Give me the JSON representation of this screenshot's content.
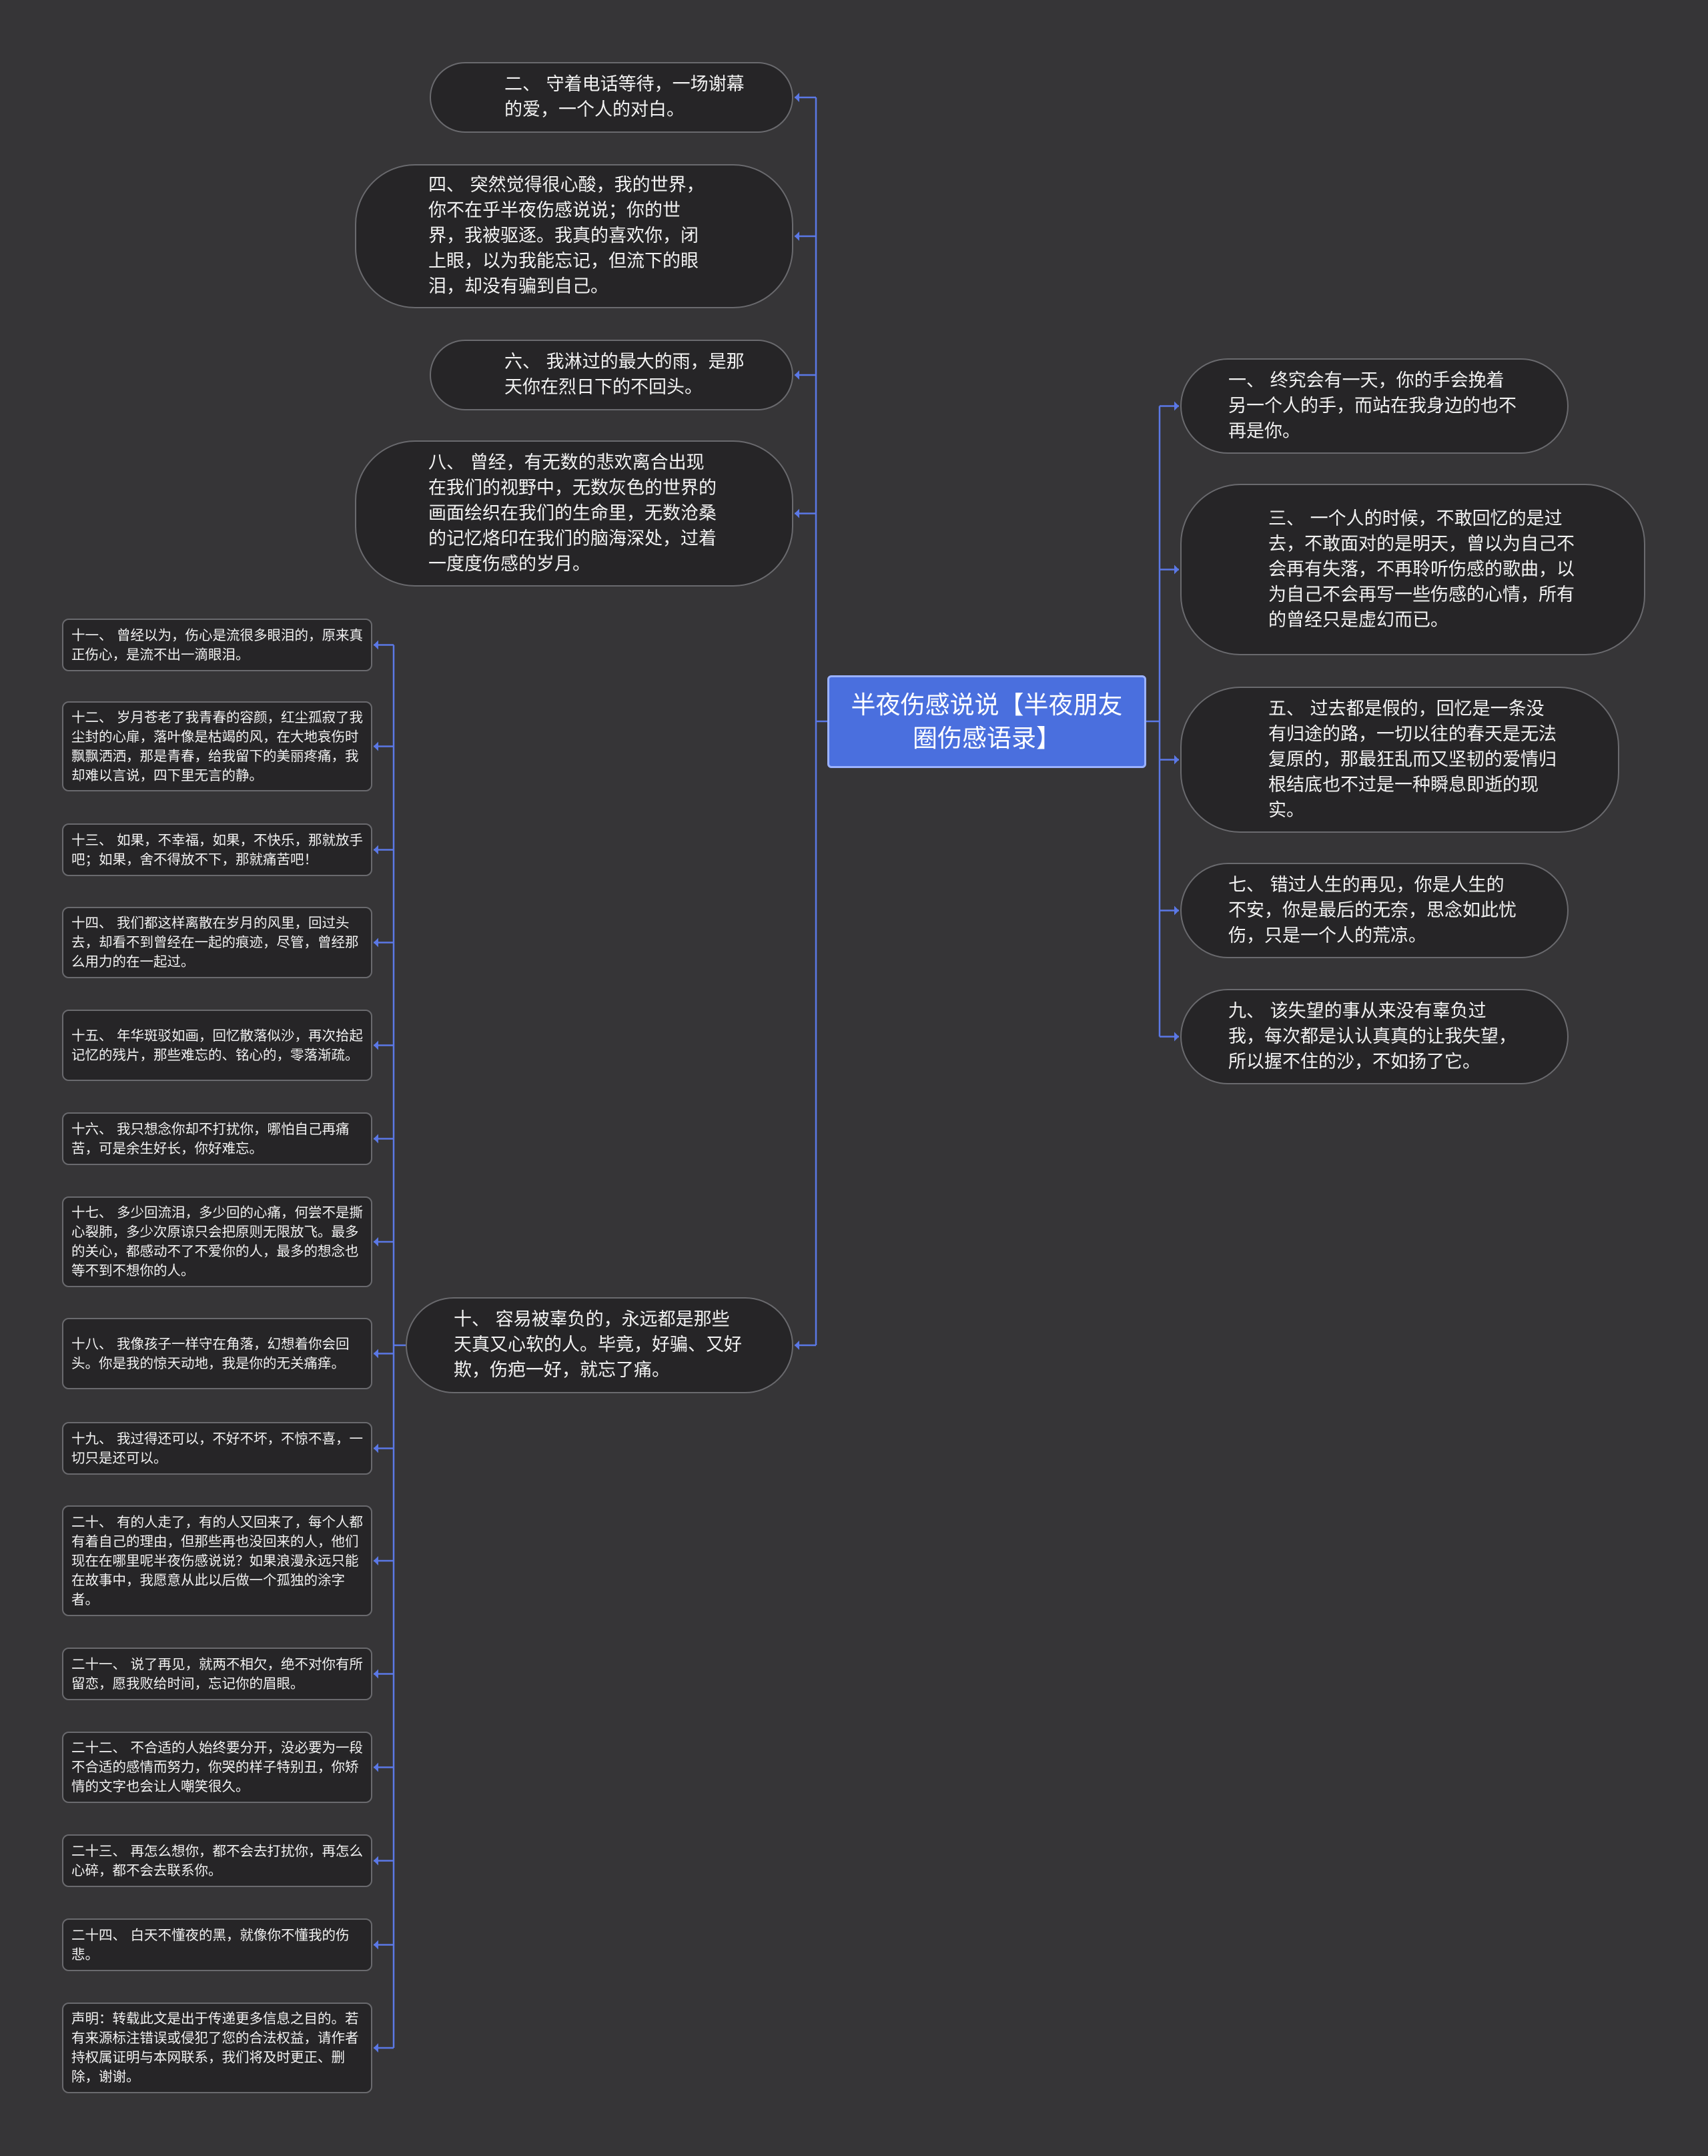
{
  "root": {
    "title": "半夜伤感说说【半夜朋友圈伤感语录】"
  },
  "colors": {
    "background": "#363537",
    "node_fill": "#262527",
    "root_fill": "#4a6fde",
    "edge": "#5b78e6"
  },
  "left_pills": [
    "二、 守着电话等待，一场谢幕的爱，一个人的对白。",
    "四、 突然觉得很心酸，我的世界，你不在乎半夜伤感说说；你的世界，我被驱逐。我真的喜欢你，闭上眼，以为我能忘记，但流下的眼泪，却没有骗到自己。",
    "六、 我淋过的最大的雨，是那天你在烈日下的不回头。",
    "八、 曾经，有无数的悲欢离合出现在我们的视野中，无数灰色的世界的画面绘织在我们的生命里，无数沧桑的记忆烙印在我们的脑海深处，过着一度度伤感的岁月。",
    "十、 容易被辜负的，永远都是那些天真又心软的人。毕竟，好骗、又好欺，伤疤一好，就忘了痛。"
  ],
  "right_pills": [
    "一、 终究会有一天，你的手会挽着另一个人的手，而站在我身边的也不再是你。",
    "三、 一个人的时候，不敢回忆的是过去，不敢面对的是明天，曾以为自己不会再有失落，不再聆听伤感的歌曲，以为自己不会再写一些伤感的心情，所有的曾经只是虚幻而已。",
    "五、 过去都是假的，回忆是一条没有归途的路，一切以往的春天是无法复原的，那最狂乱而又坚韧的爱情归根结底也不过是一种瞬息即逝的现实。",
    "七、 错过人生的再见，你是人生的不安，你是最后的无奈，思念如此忧伤，只是一个人的荒凉。",
    "九、 该失望的事从来没有辜负过我，每次都是认认真真的让我失望，所以握不住的沙，不如扬了它。"
  ],
  "sub_boxes": [
    "十一、 曾经以为，伤心是流很多眼泪的，原来真正伤心，是流不出一滴眼泪。",
    "十二、 岁月苍老了我青春的容颜，红尘孤寂了我尘封的心扉，落叶像是枯竭的风，在大地哀伤时飘飘洒洒，那是青春，给我留下的美丽疼痛，我却难以言说，四下里无言的静。",
    "十三、 如果，不幸福，如果，不快乐，那就放手吧；如果，舍不得放不下，那就痛苦吧！",
    "十四、 我们都这样离散在岁月的风里，回过头去，却看不到曾经在一起的痕迹，尽管，曾经那么用力的在一起过。",
    "十五、 年华斑驳如画，回忆散落似沙，再次拾起记忆的残片，那些难忘的、铭心的，零落渐疏。",
    "十六、 我只想念你却不打扰你，哪怕自己再痛苦，可是余生好长，你好难忘。",
    "十七、 多少回流泪，多少回的心痛，何尝不是撕心裂肺，多少次原谅只会把原则无限放飞。最多的关心，都感动不了不爱你的人，最多的想念也等不到不想你的人。",
    "十八、 我像孩子一样守在角落，幻想着你会回头。你是我的惊天动地，我是你的无关痛痒。",
    "十九、 我过得还可以，不好不坏，不惊不喜，一切只是还可以。",
    "二十、 有的人走了，有的人又回来了，每个人都有着自己的理由，但那些再也没回来的人，他们现在在哪里呢半夜伤感说说？如果浪漫永远只能在故事中，我愿意从此以后做一个孤独的涂字者。",
    "二十一、 说了再见，就两不相欠，绝不对你有所留恋，愿我败给时间，忘记你的眉眼。",
    "二十二、 不合适的人始终要分开，没必要为一段不合适的感情而努力，你哭的样子特别丑，你矫情的文字也会让人嘲笑很久。",
    "二十三、 再怎么想你，都不会去打扰你，再怎么心碎，都不会去联系你。",
    "二十四、 白天不懂夜的黑，就像你不懂我的伤悲。",
    "声明：转载此文是出于传递更多信息之目的。若有来源标注错误或侵犯了您的合法权益，请作者持权属证明与本网联系，我们将及时更正、删除，谢谢。"
  ]
}
